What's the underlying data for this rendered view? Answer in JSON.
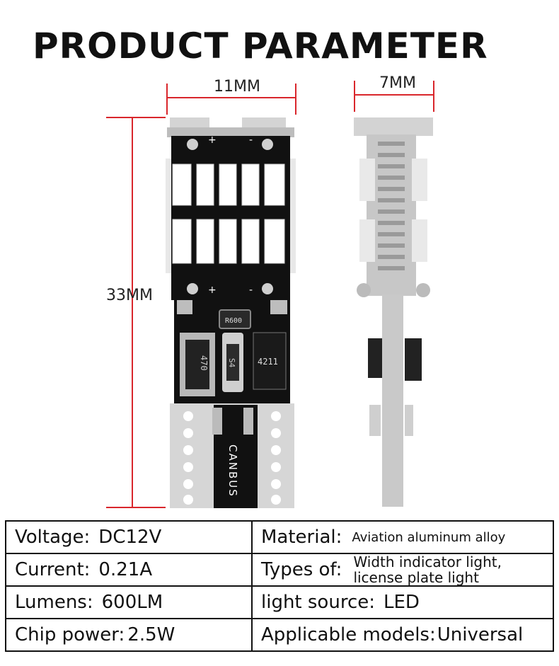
{
  "title": "PRODUCT PARAMETER",
  "dimensions": {
    "width_front": "11MM",
    "width_side": "7MM",
    "height": "33MM"
  },
  "bulb": {
    "plus_mark": "+",
    "minus_mark": "-",
    "resistor_code": "R600",
    "inductor_code": "470",
    "diode_code": "S4",
    "chip_code": "4211",
    "base_text": "CANBUS"
  },
  "params": [
    {
      "label_left": "Voltage:",
      "value_left": "DC12V",
      "label_right": "Material:",
      "value_right": "Aviation aluminum alloy"
    },
    {
      "label_left": "Current:",
      "value_left": "0.21A",
      "label_right": "Types of:",
      "value_right_lines": [
        "Width indicator light,",
        "license plate light"
      ]
    },
    {
      "label_left": "Lumens:",
      "value_left": "600LM",
      "label_right": "light source:",
      "value_right": "LED"
    },
    {
      "label_left": "Chip power:",
      "value_left": "2.5W",
      "label_right": "Applicable models:",
      "value_right": "Universal"
    }
  ],
  "colors": {
    "dimension_line": "#d9262c",
    "pcb": "#111111",
    "led": "#ffffff",
    "metal": "#c9c9c9"
  }
}
